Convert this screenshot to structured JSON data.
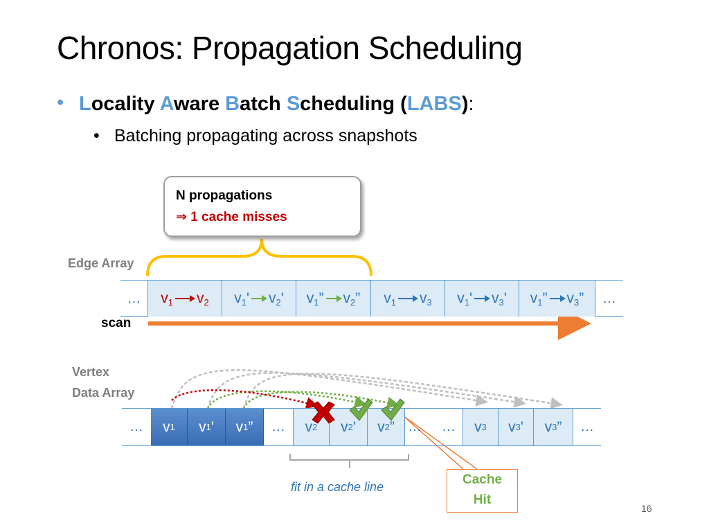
{
  "slide": {
    "title": "Chronos: Propagation Scheduling",
    "bullet1": {
      "parts": [
        "L",
        "ocality ",
        "A",
        "ware ",
        "B",
        "atch ",
        "S",
        "cheduling (",
        "LABS",
        ")",
        ":"
      ]
    },
    "bullet2": "Batching propagating across snapshots",
    "callout": {
      "line1": "N propagations",
      "arrow_symbol": "⇒",
      "line2": "1 cache misses"
    },
    "edge_array_label": "Edge Array",
    "scan_label": "scan",
    "vertex_label_line1": "Vertex",
    "vertex_label_line2": "Data Array",
    "edge_cells": [
      {
        "from": "v",
        "from_sub": "1",
        "from_prime": "",
        "to": "v",
        "to_sub": "2",
        "to_prime": "",
        "color": "red"
      },
      {
        "from": "v",
        "from_sub": "1",
        "from_prime": "'",
        "to": "v",
        "to_sub": "2",
        "to_prime": "'",
        "color": "green"
      },
      {
        "from": "v",
        "from_sub": "1",
        "from_prime": "”",
        "to": "v",
        "to_sub": "2",
        "to_prime": "”",
        "color": "green"
      },
      {
        "from": "v",
        "from_sub": "1",
        "from_prime": "",
        "to": "v",
        "to_sub": "3",
        "to_prime": "",
        "color": "blue"
      },
      {
        "from": "v",
        "from_sub": "1",
        "from_prime": "'",
        "to": "v",
        "to_sub": "3",
        "to_prime": "'",
        "color": "blue"
      },
      {
        "from": "v",
        "from_sub": "1",
        "from_prime": "”",
        "to": "v",
        "to_sub": "3",
        "to_prime": "”",
        "color": "blue"
      }
    ],
    "ellipsis": "…",
    "vertex_cells": [
      {
        "label": "v",
        "sub": "1",
        "prime": ""
      },
      {
        "label": "v",
        "sub": "1",
        "prime": "'"
      },
      {
        "label": "v",
        "sub": "1",
        "prime": "”"
      },
      {
        "label": "v",
        "sub": "2",
        "prime": ""
      },
      {
        "label": "v",
        "sub": "2",
        "prime": "'"
      },
      {
        "label": "v",
        "sub": "2",
        "prime": "”"
      },
      {
        "label": "v",
        "sub": "3",
        "prime": ""
      },
      {
        "label": "v",
        "sub": "3",
        "prime": "'"
      },
      {
        "label": "v",
        "sub": "3",
        "prime": "”"
      }
    ],
    "fit_label": "fit in a cache line",
    "cache_hit_line1": "Cache",
    "cache_hit_line2": "Hit",
    "page_number": "16",
    "colors": {
      "accent_blue": "#5b9bd5",
      "dark_blue": "#2e75b6",
      "red": "#c00000",
      "green": "#70ad47",
      "orange": "#ed7d31",
      "brace_yellow": "#ffc000",
      "miss_red": "#c00000",
      "hit_green": "#70ad47"
    },
    "icons": [
      "cache-miss-x-icon",
      "cache-hit-check-icon"
    ]
  }
}
